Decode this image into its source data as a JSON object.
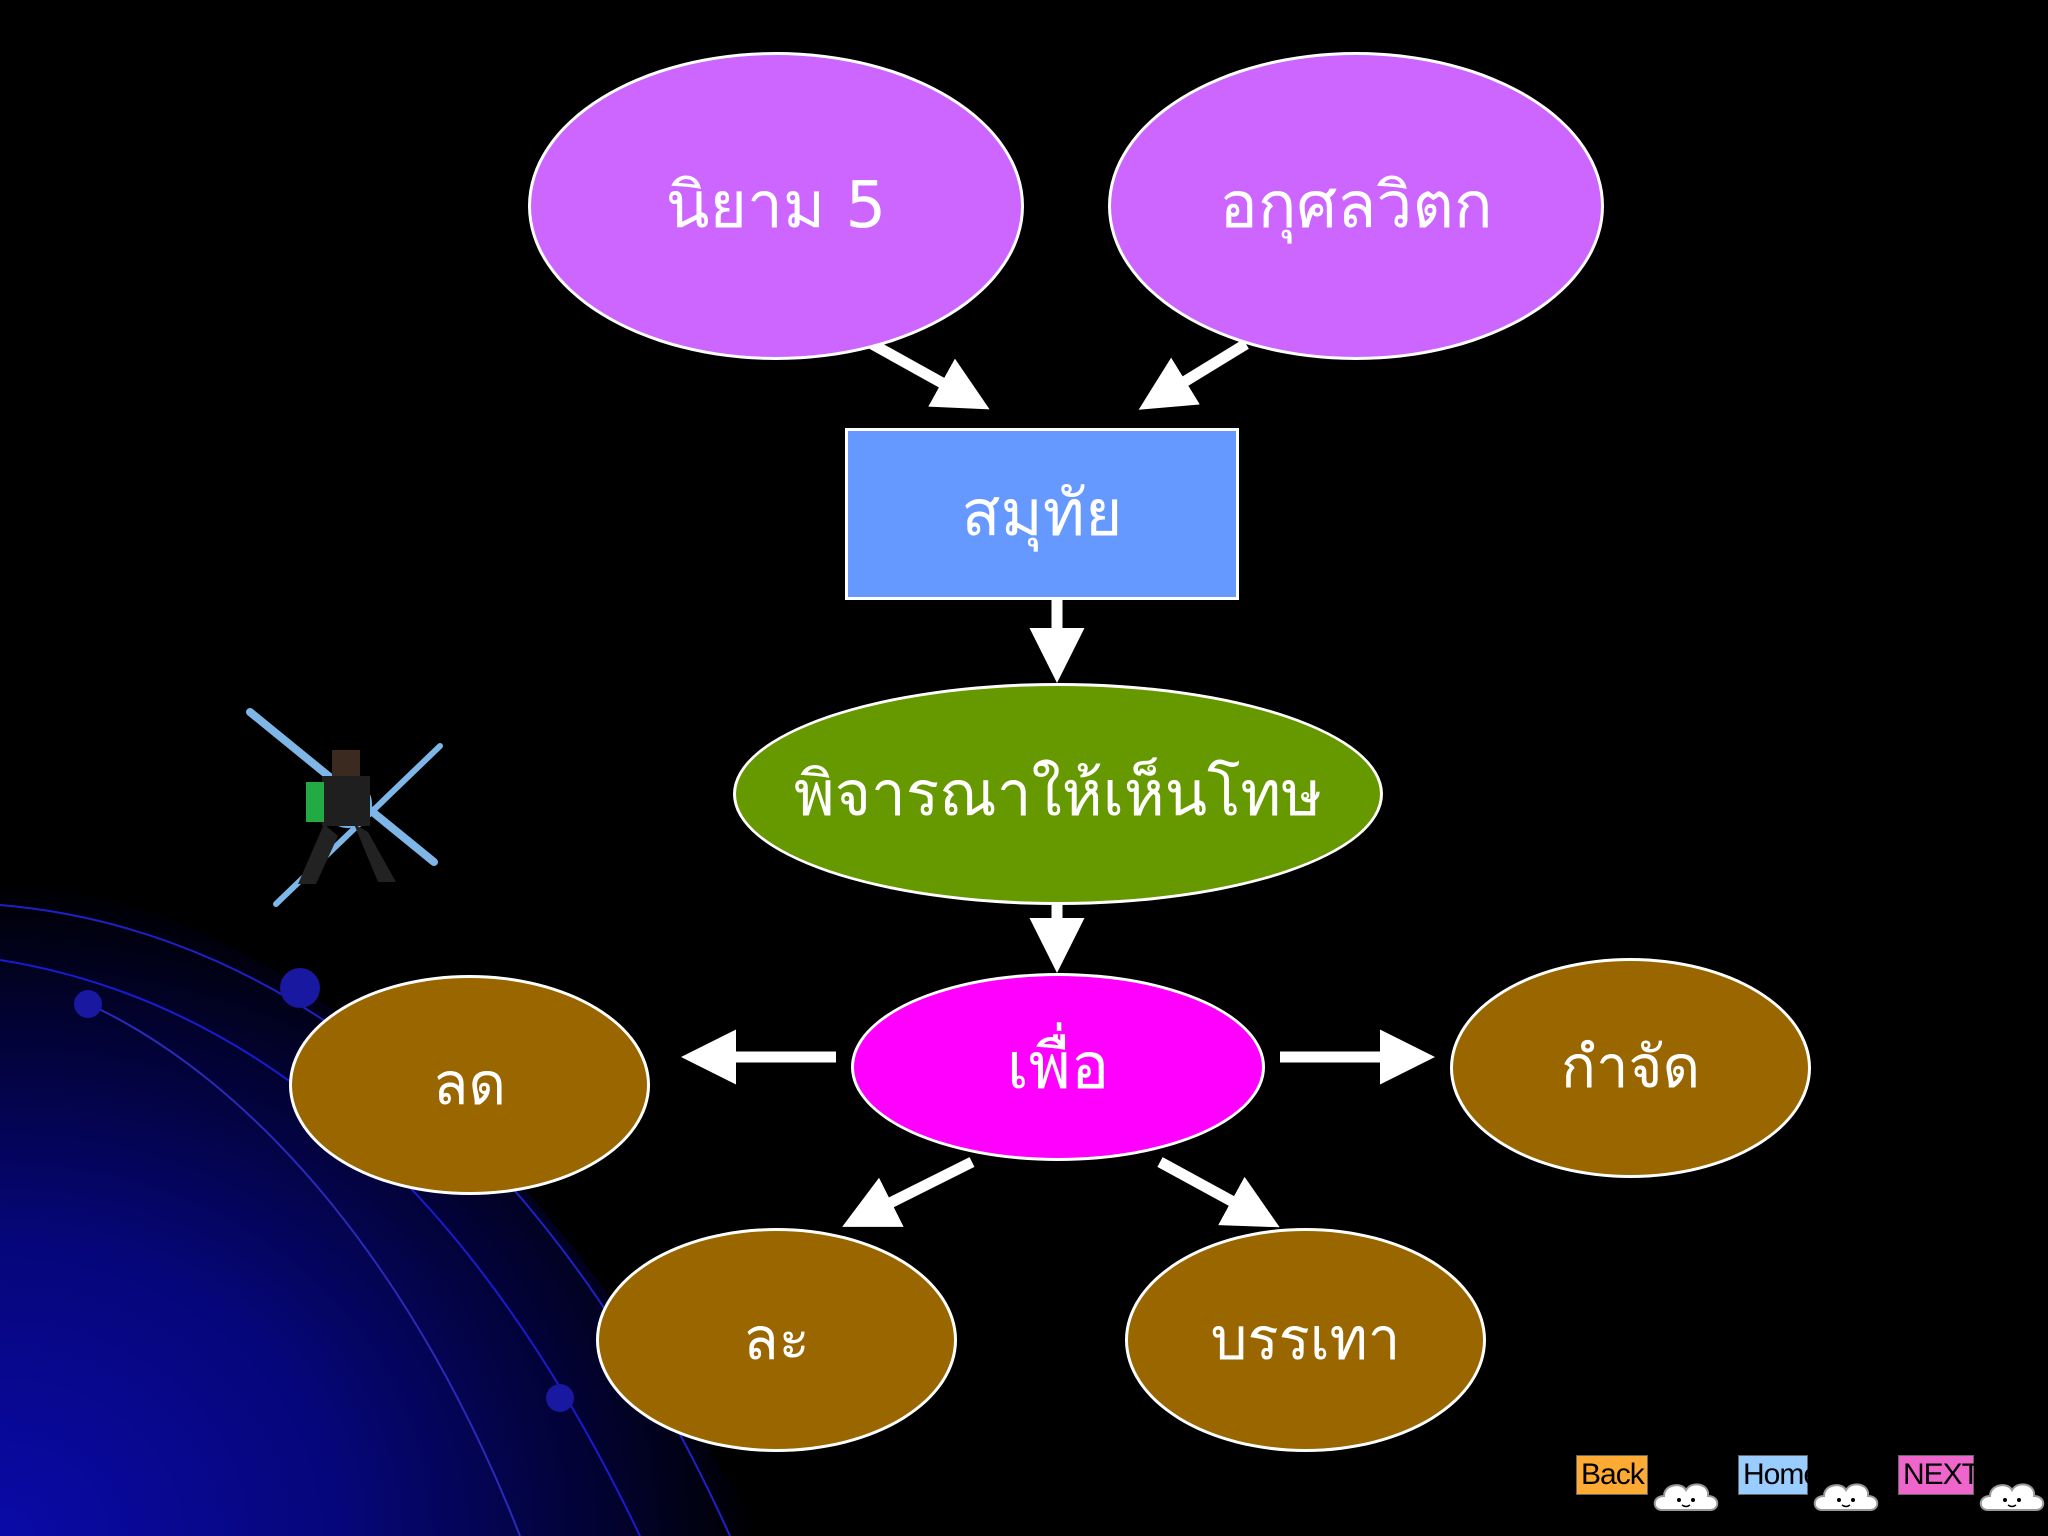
{
  "diagram": {
    "nodes": {
      "niyam": "นิยาม  5",
      "akusala": "อกุศลวิตก",
      "samuthai": "สมุทัย",
      "pijarana": "พิจารณาให้เห็นโทษ",
      "pua": "เพื่อ",
      "lot": "ลด",
      "kamjat": "กำจัด",
      "la": "ละ",
      "bannthao": "บรรเทา"
    },
    "edges": [
      [
        "niyam",
        "samuthai"
      ],
      [
        "akusala",
        "samuthai"
      ],
      [
        "samuthai",
        "pijarana"
      ],
      [
        "pijarana",
        "pua"
      ],
      [
        "pua",
        "lot"
      ],
      [
        "pua",
        "kamjat"
      ],
      [
        "pua",
        "la"
      ],
      [
        "pua",
        "bannthao"
      ]
    ],
    "colors": {
      "background": "#000000",
      "top_nodes": "#cc66ff",
      "samuthai": "#6699ff",
      "pijarana": "#669900",
      "pua": "#ff00ff",
      "outcomes": "#996600",
      "arrows": "#ffffff"
    }
  },
  "nav": {
    "back_label": "Back",
    "home_label": "Home",
    "next_label": "NEXT"
  },
  "icons": {
    "cloud": "smiling-cloud-icon",
    "ninja": "ninja-sprite-image",
    "decoration": "blue-orbit-decoration"
  }
}
